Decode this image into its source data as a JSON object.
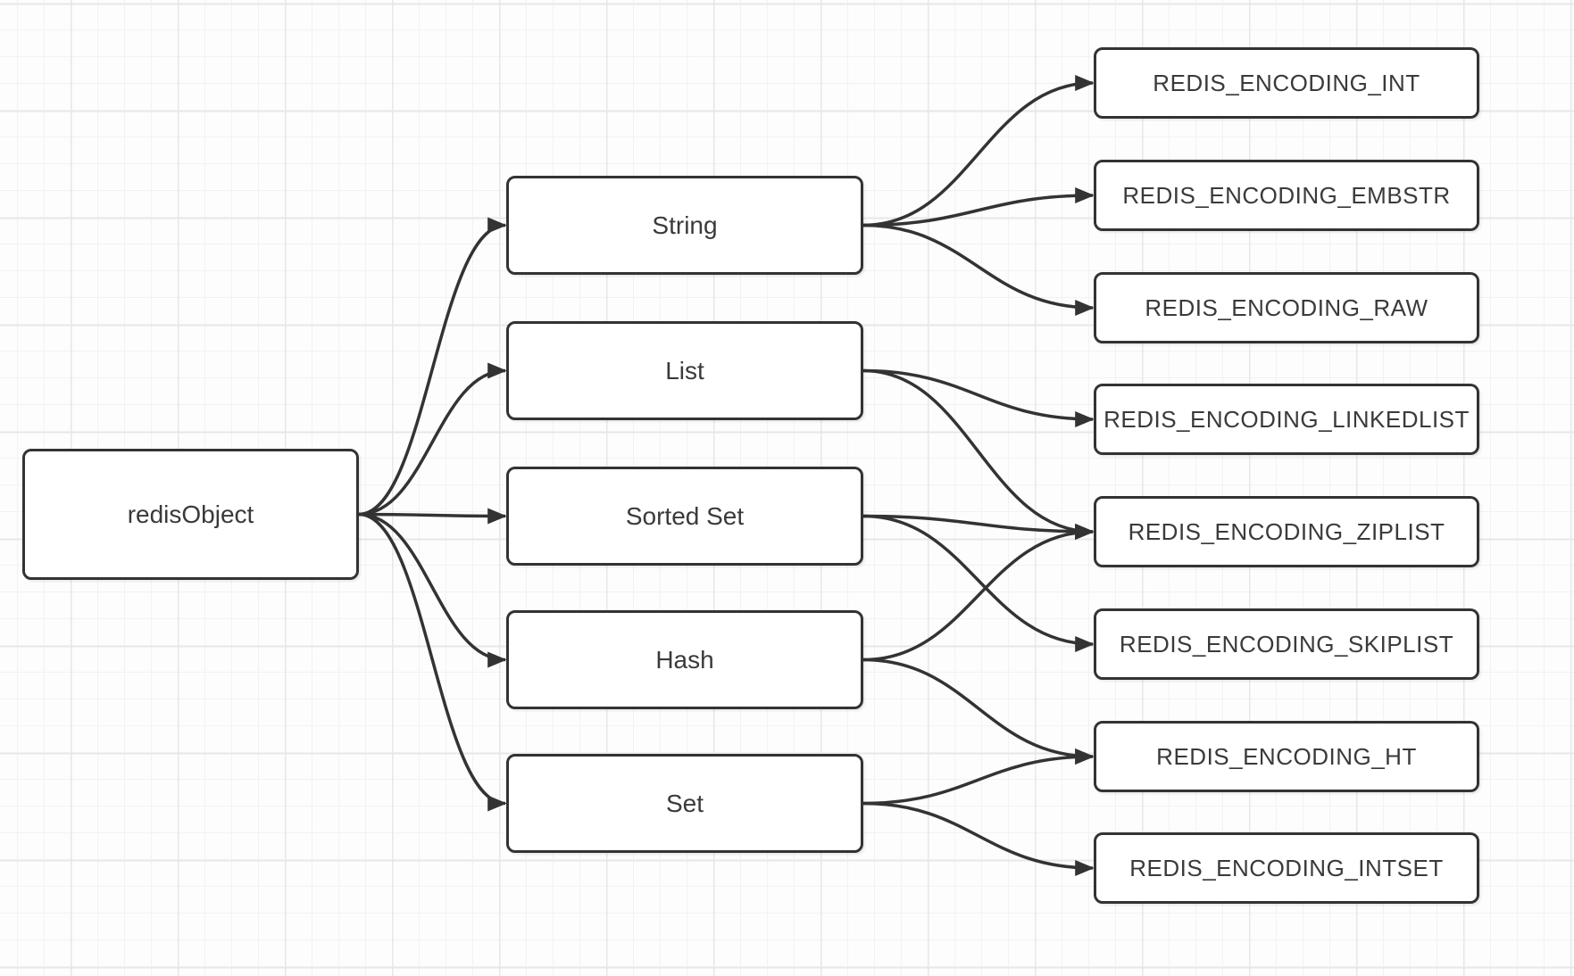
{
  "diagram": {
    "description_visible_text_only": "",
    "nodes": {
      "redisObject": {
        "label": "redisObject"
      },
      "String": {
        "label": "String"
      },
      "List": {
        "label": "List"
      },
      "SortedSet": {
        "label": "Sorted Set"
      },
      "Hash": {
        "label": "Hash"
      },
      "Set": {
        "label": "Set"
      },
      "INT": {
        "label": "REDIS_ENCODING_INT"
      },
      "EMBSTR": {
        "label": "REDIS_ENCODING_EMBSTR"
      },
      "RAW": {
        "label": "REDIS_ENCODING_RAW"
      },
      "LINKEDLIST": {
        "label": "REDIS_ENCODING_LINKEDLIST"
      },
      "ZIPLIST": {
        "label": "REDIS_ENCODING_ZIPLIST"
      },
      "SKIPLIST": {
        "label": "REDIS_ENCODING_SKIPLIST"
      },
      "HT": {
        "label": "REDIS_ENCODING_HT"
      },
      "INTSET": {
        "label": "REDIS_ENCODING_INTSET"
      }
    },
    "edges": [
      {
        "from": "redisObject",
        "to": "String"
      },
      {
        "from": "redisObject",
        "to": "List"
      },
      {
        "from": "redisObject",
        "to": "SortedSet"
      },
      {
        "from": "redisObject",
        "to": "Hash"
      },
      {
        "from": "redisObject",
        "to": "Set"
      },
      {
        "from": "String",
        "to": "INT"
      },
      {
        "from": "String",
        "to": "EMBSTR"
      },
      {
        "from": "String",
        "to": "RAW"
      },
      {
        "from": "List",
        "to": "LINKEDLIST"
      },
      {
        "from": "List",
        "to": "ZIPLIST"
      },
      {
        "from": "SortedSet",
        "to": "ZIPLIST"
      },
      {
        "from": "SortedSet",
        "to": "SKIPLIST"
      },
      {
        "from": "Hash",
        "to": "ZIPLIST"
      },
      {
        "from": "Hash",
        "to": "HT"
      },
      {
        "from": "Set",
        "to": "HT"
      },
      {
        "from": "Set",
        "to": "INTSET"
      }
    ],
    "colors": {
      "edge_line": "#333333",
      "box_border": "#333333",
      "box_fill": "#ffffff",
      "text": "#3a3a3a",
      "canvas_background": "#fdfdfd",
      "grid_minor": "#f2f2f2",
      "grid_major": "#e7e7e7"
    }
  }
}
